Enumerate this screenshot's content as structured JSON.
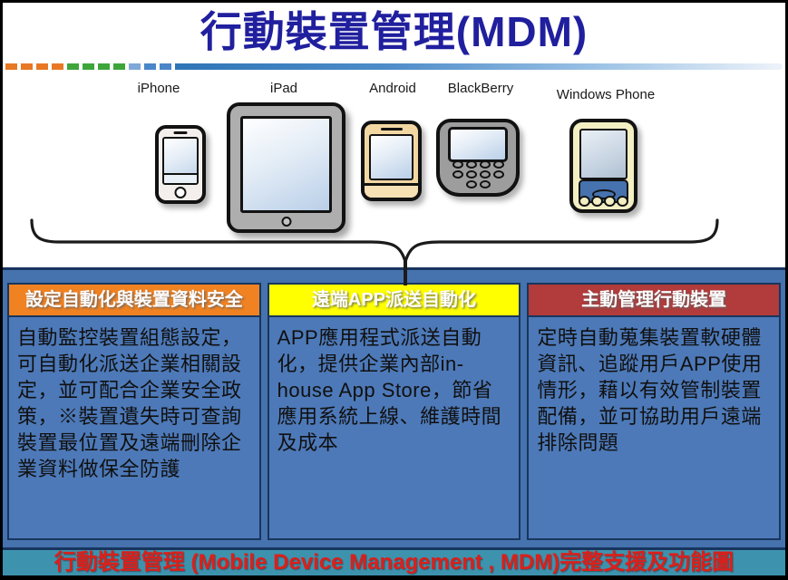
{
  "title": "行動裝置管理(MDM)",
  "devices": [
    {
      "label": "iPhone"
    },
    {
      "label": "iPad"
    },
    {
      "label": "Android"
    },
    {
      "label": "BlackBerry"
    },
    {
      "label": "Windows Phone"
    }
  ],
  "columns": [
    {
      "header": "設定自動化與裝置資料安全",
      "header_bg": "#F08222",
      "body": "自動監控裝置組態設定，可自動化派送企業相關設定，並可配合企業安全政策，※裝置遺失時可查詢裝置最位置及遠端刪除企業資料做保全防護"
    },
    {
      "header": "遠端APP派送自動化",
      "header_bg": "#FFFF00",
      "body": "APP應用程式派送自動化，提供企業內部in-house App Store，節省應用系統上線、維護時間及成本"
    },
    {
      "header": "主動管理行動裝置",
      "header_bg": "#B23B3B",
      "body": "定時自動蒐集裝置軟硬體資訊、追蹤用戶APP使用情形，藉以有效管制裝置配備，並可協助用戶遠端排除問題"
    }
  ],
  "footer": "行動裝置管理 (Mobile Device Management , MDM)完整支援及功能圖",
  "colors": {
    "title": "#201F9E",
    "band_bg": "#4672AE",
    "column_bg": "#4D79B8",
    "border_navy": "#17365D",
    "footer_bg": "#3D93AE",
    "footer_text": "#DC1F1A",
    "deco_orange": "#E87824",
    "deco_green": "#3EA53B",
    "deco_blue": "#2E75B6"
  }
}
